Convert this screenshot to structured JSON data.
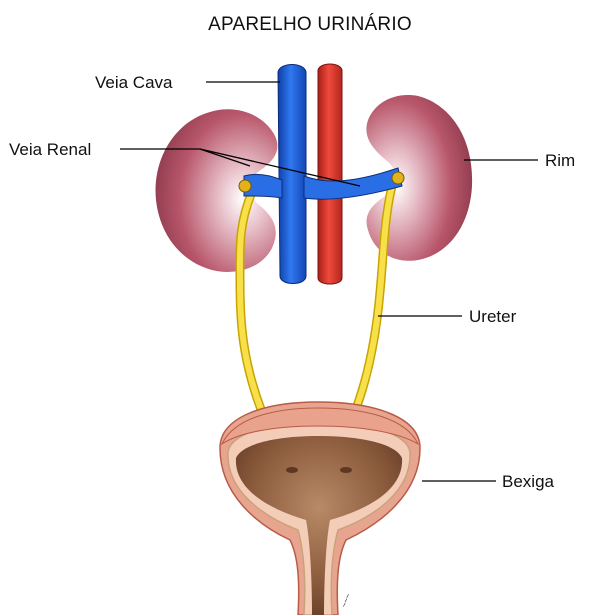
{
  "title": "APARELHO URINÁRIO",
  "labels": {
    "veia_cava": "Veia Cava",
    "veia_renal": "Veia Renal",
    "rim": "Rim",
    "ureter": "Ureter",
    "bexiga": "Bexiga"
  },
  "colors": {
    "vein": "#1f5fd6",
    "artery": "#d9342b",
    "kidney": "#b8566a",
    "ureter": "#f2d42a",
    "bladder_wall": "#e7a590",
    "bladder_interior": "#8a5a3c"
  }
}
